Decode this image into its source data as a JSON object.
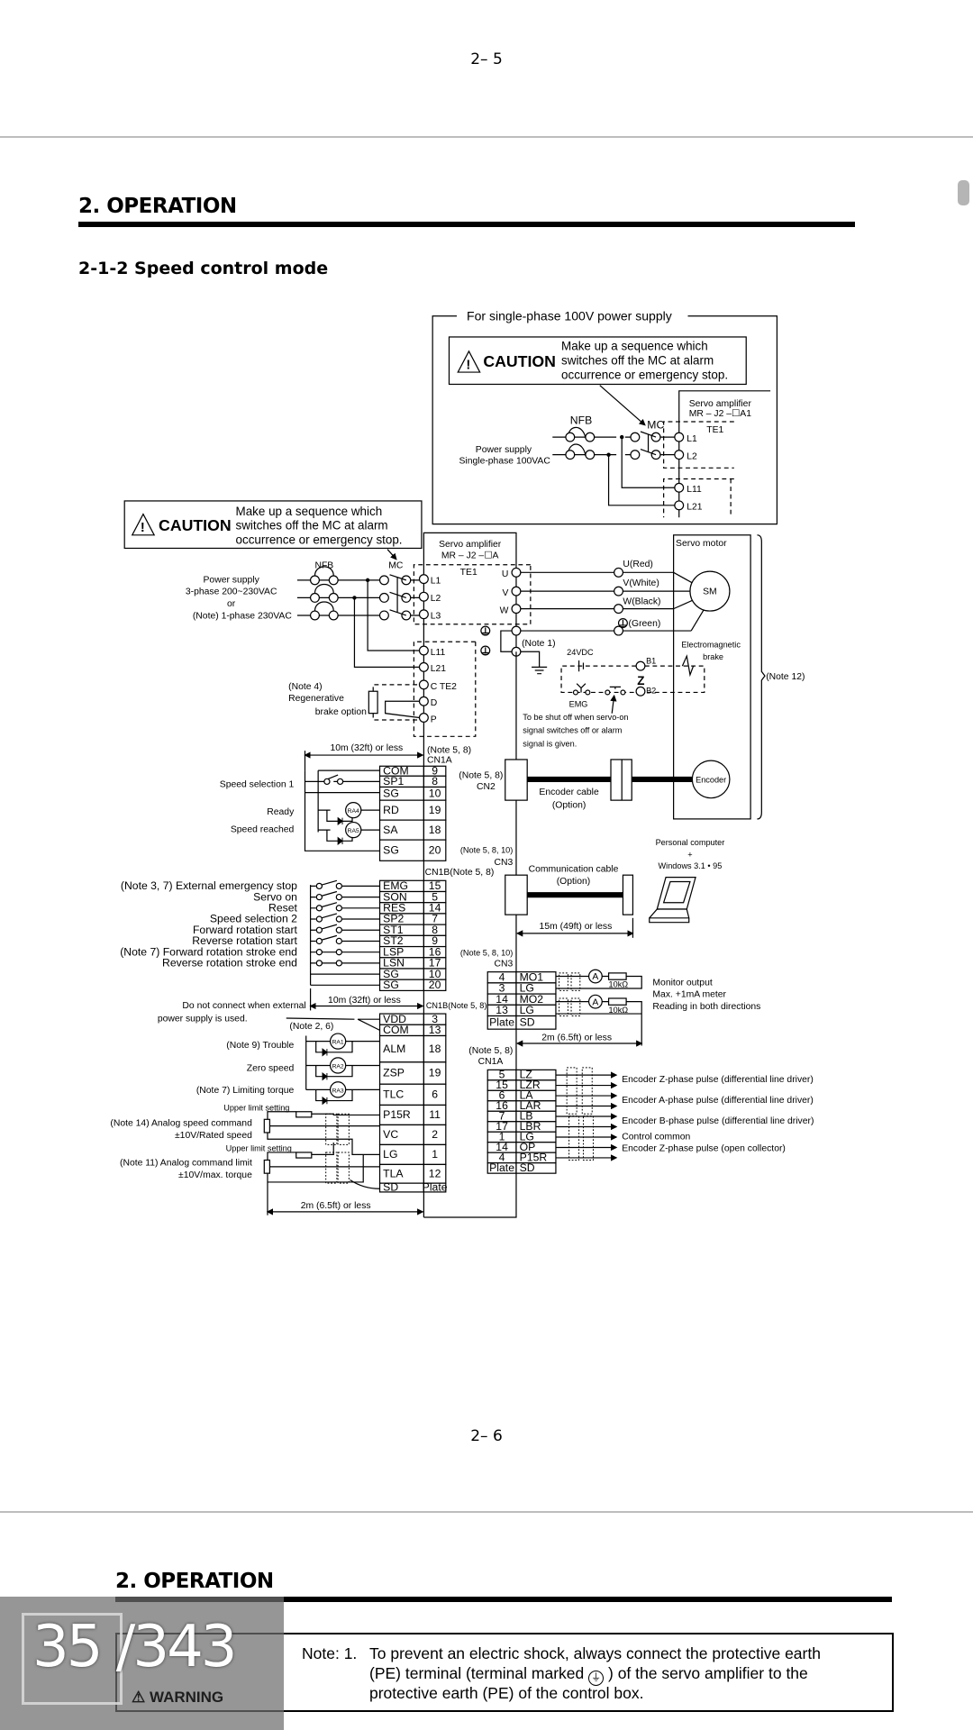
{
  "page_header_top": "2– 5",
  "section_title": "2. OPERATION",
  "subsection_title": "2-1-2 Speed control mode",
  "diagram": {
    "single_phase_box": {
      "title": "For single-phase 100V power supply",
      "caution_label": "CAUTION",
      "caution_lines": [
        "Make up a sequence which",
        "switches off the MC at alarm",
        "occurrence or emergency stop."
      ],
      "nfb": "NFB",
      "mc": "MC",
      "power_supply": [
        "Power supply",
        "Single-phase 100VAC"
      ],
      "amplifier": [
        "Servo amplifier",
        "MR – J2 –☐A1"
      ],
      "te1": "TE1",
      "terminals": [
        "L1",
        "L2",
        "L11",
        "L21"
      ]
    },
    "caution": {
      "label": "CAUTION",
      "lines": [
        "Make up a sequence which",
        "switches off the MC at alarm",
        "occurrence or emergency stop."
      ]
    },
    "power": {
      "nfb": "NFB",
      "mc": "MC",
      "lines": [
        "Power supply",
        "3-phase 200~230VAC",
        "or",
        "(Note) 1-phase 230VAC"
      ]
    },
    "amplifier": {
      "name": [
        "Servo amplifier",
        "MR – J2 –☐A"
      ],
      "te1": "TE1",
      "inputs": [
        "L1",
        "L2",
        "L3",
        "L11",
        "L21",
        "C TE2",
        "D",
        "P"
      ],
      "outputs": [
        "U",
        "V",
        "W"
      ]
    },
    "regen": [
      "(Note 4)",
      "Regenerative",
      "brake option"
    ],
    "ground_note": "(Note 1)",
    "motor": {
      "title": "Servo motor",
      "sm": "SM",
      "encoder": "Encoder",
      "wires": [
        "U(Red)",
        "V(White)",
        "W(Black)",
        "(Green)"
      ],
      "brake": [
        "Electromagnetic",
        "brake"
      ],
      "note": "(Note 12)"
    },
    "brake_circuit": {
      "supply": "24VDC",
      "b1": "B1",
      "b2": "B2",
      "emg": "EMG",
      "note": [
        "To be shut off when servo-on",
        "signal switches off or alarm",
        "signal is given."
      ]
    },
    "cn2": {
      "note": "(Note 5, 8)",
      "label": "CN2",
      "cable": [
        "Encoder cable",
        "(Option)"
      ]
    },
    "cn1a_left": {
      "note": "(Note 5, 8)",
      "label": "CN1A",
      "dim": "10m (32ft) or less",
      "rows": [
        {
          "signal": "COM",
          "pin": "9"
        },
        {
          "signal": "SP1",
          "pin": "8"
        },
        {
          "signal": "SG",
          "pin": "10"
        },
        {
          "signal": "RD",
          "pin": "19"
        },
        {
          "signal": "SA",
          "pin": "18"
        },
        {
          "signal": "SG",
          "pin": "20"
        }
      ],
      "labels": [
        "Speed selection 1",
        "Ready",
        "Speed reached"
      ],
      "relays": [
        "RA4",
        "RA5"
      ]
    },
    "cn3_comm": {
      "note": "(Note 5, 8, 10)",
      "label": "CN3",
      "cable": [
        "Communication cable",
        "(Option)"
      ],
      "dim": "15m (49ft) or less",
      "pc": [
        "Personal computer",
        "+",
        "Windows 3.1 • 95"
      ]
    },
    "cn1b_inputs": {
      "label": "CN1B(Note 5, 8)",
      "rows": [
        {
          "signal": "EMG",
          "pin": "15"
        },
        {
          "signal": "SON",
          "pin": "5"
        },
        {
          "signal": "RES",
          "pin": "14"
        },
        {
          "signal": "SP2",
          "pin": "7"
        },
        {
          "signal": "ST1",
          "pin": "8"
        },
        {
          "signal": "ST2",
          "pin": "9"
        },
        {
          "signal": "LSP",
          "pin": "16"
        },
        {
          "signal": "LSN",
          "pin": "17"
        },
        {
          "signal": "SG",
          "pin": "10"
        },
        {
          "signal": "SG",
          "pin": "20"
        }
      ],
      "labels": [
        "(Note 3, 7) External emergency stop",
        "Servo on",
        "Reset",
        "Speed selection 2",
        "Forward rotation start",
        "Reverse rotation start",
        "(Note 7) Forward rotation stroke end",
        "Reverse rotation stroke end"
      ]
    },
    "cn1b_outputs": {
      "label": "CN1B(Note 5, 8)",
      "dim": "10m (32ft) or less",
      "ext_note": [
        "Do not connect when external",
        "power supply is used."
      ],
      "note26": "(Note 2, 6)",
      "rows": [
        {
          "signal": "VDD",
          "pin": "3"
        },
        {
          "signal": "COM",
          "pin": "13"
        },
        {
          "signal": "ALM",
          "pin": "18"
        },
        {
          "signal": "ZSP",
          "pin": "19"
        },
        {
          "signal": "TLC",
          "pin": "6"
        },
        {
          "signal": "P15R",
          "pin": "11"
        },
        {
          "signal": "VC",
          "pin": "2"
        },
        {
          "signal": "LG",
          "pin": "1"
        },
        {
          "signal": "TLA",
          "pin": "12"
        },
        {
          "signal": "SD",
          "pin": "Plate"
        }
      ],
      "labels": [
        "(Note 9) Trouble",
        "Zero speed",
        "(Note 7) Limiting torque"
      ],
      "relays": [
        "RA1",
        "RA2",
        "RA3"
      ],
      "upper_limit": "Upper limit setting",
      "analog_speed": [
        "(Note 14) Analog speed command",
        "±10V/Rated speed"
      ],
      "analog_limit": [
        "(Note 11) Analog command limit",
        "±10V/max. torque"
      ],
      "dim2": "2m (6.5ft) or less"
    },
    "cn3_monitor": {
      "note": "(Note 5, 8, 10)",
      "label": "CN3",
      "rows": [
        {
          "pin": "4",
          "signal": "MO1"
        },
        {
          "pin": "3",
          "signal": "LG"
        },
        {
          "pin": "14",
          "signal": "MO2"
        },
        {
          "pin": "13",
          "signal": "LG"
        },
        {
          "pin": "Plate",
          "signal": "SD"
        }
      ],
      "meter": "A",
      "resistor": "10kΩ",
      "text": [
        "Monitor output",
        "Max. +1mA meter",
        "Reading in both directions"
      ],
      "dim": "2m (6.5ft) or less"
    },
    "cn1a_encoder": {
      "note": "(Note 5, 8)",
      "label": "CN1A",
      "rows": [
        {
          "pin": "5",
          "signal": "LZ"
        },
        {
          "pin": "15",
          "signal": "LZR"
        },
        {
          "pin": "6",
          "signal": "LA"
        },
        {
          "pin": "16",
          "signal": "LAR"
        },
        {
          "pin": "7",
          "signal": "LB"
        },
        {
          "pin": "17",
          "signal": "LBR"
        },
        {
          "pin": "1",
          "signal": "LG"
        },
        {
          "pin": "14",
          "signal": "OP"
        },
        {
          "pin": "4",
          "signal": "P15R"
        },
        {
          "pin": "Plate",
          "signal": "SD"
        }
      ],
      "outputs": [
        "Encoder Z-phase pulse (differential line driver)",
        "Encoder A-phase pulse (differential line driver)",
        "Encoder B-phase pulse (differential line driver)",
        "Control common",
        "Encoder Z-phase pulse (open collector)"
      ]
    }
  },
  "page_header_bottom": "2– 6",
  "section_title_2": "2. OPERATION",
  "warning_label": "WARNING",
  "note": {
    "prefix": "Note: 1.",
    "line1": "To prevent an electric shock, always connect the protective earth",
    "line2a": "(PE) terminal (terminal marked",
    "line2b": ") of the servo amplifier to the",
    "line3": "protective earth (PE) of the control box."
  },
  "page_counter": {
    "current": "35",
    "total": "/343"
  }
}
